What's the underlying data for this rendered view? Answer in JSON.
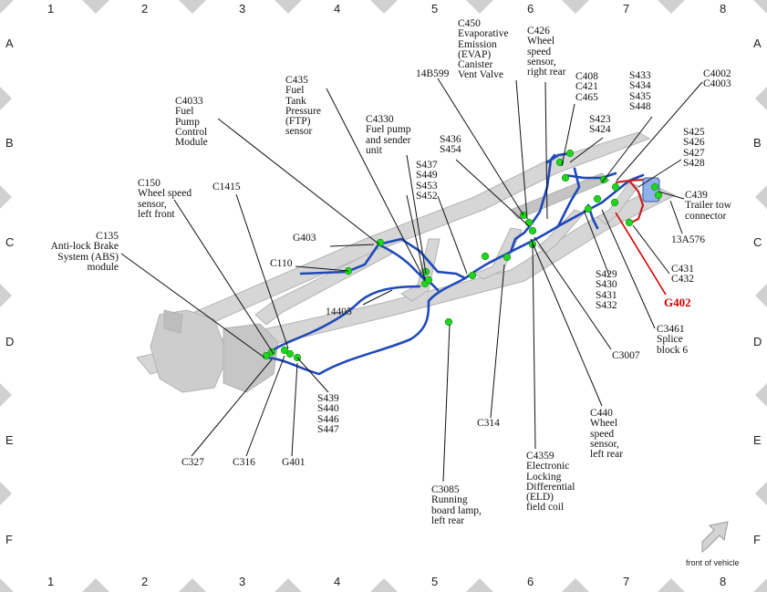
{
  "grid": {
    "columns": [
      "1",
      "2",
      "3",
      "4",
      "5",
      "6",
      "7",
      "8"
    ],
    "rows": [
      "A",
      "B",
      "C",
      "D",
      "E",
      "F"
    ]
  },
  "front_of_vehicle": "front of vehicle",
  "labels": {
    "c135": "C135\nAnti-lock Brake\nSystem (ABS)\nmodule",
    "c150": "C150\nWheel speed\nsensor,\nleft front",
    "c1415": "C1415",
    "c4033": "C4033\nFuel\nPump\nControl\nModule",
    "c435": "C435\nFuel\nTank\nPressure\n(FTP)\nsensor",
    "c4330": "C4330\nFuel pump\nand sender\nunit",
    "g403": "G403",
    "c110": "C110",
    "n14405": "14405",
    "s437": "S437\nS449\nS453\nS452",
    "s436": "S436\nS454",
    "n14b599": "14B599",
    "c450": "C450\nEvaporative\nEmission\n(EVAP)\nCanister\nVent Valve",
    "c426": "C426\nWheel\nspeed\nsensor,\nright rear",
    "c408": "C408\nC421\nC465",
    "s423": "S423\nS424",
    "s433": "S433\nS434\nS435\nS448",
    "c4002": "C4002\nC4003",
    "s425": "S425\nS426\nS427\nS428",
    "c439": "C439\nTrailer tow\nconnector",
    "n13a576": "13A576",
    "c431": "C431\nC432",
    "g402": "G402",
    "c3461": "C3461\nSplice\nblock 6",
    "s429": "S429\nS430\nS431\nS432",
    "c3007": "C3007",
    "c440": "C440\nWheel\nspeed\nsensor,\nleft rear",
    "c4359": "C4359\nElectronic\nLocking\nDifferential\n(ELD)\nfield coil",
    "c314": "C314",
    "c3085": "C3085\nRunning\nboard lamp,\nleft rear",
    "s439": "S439\nS440\nS446\nS447",
    "g401": "G401",
    "c316": "C316",
    "c327": "C327"
  },
  "colors": {
    "frame": "#c9c9c9",
    "harness": "#1f49b8",
    "connector": "#22d422",
    "g402_line": "#d40000",
    "grid_marker": "#cfcfcf"
  }
}
